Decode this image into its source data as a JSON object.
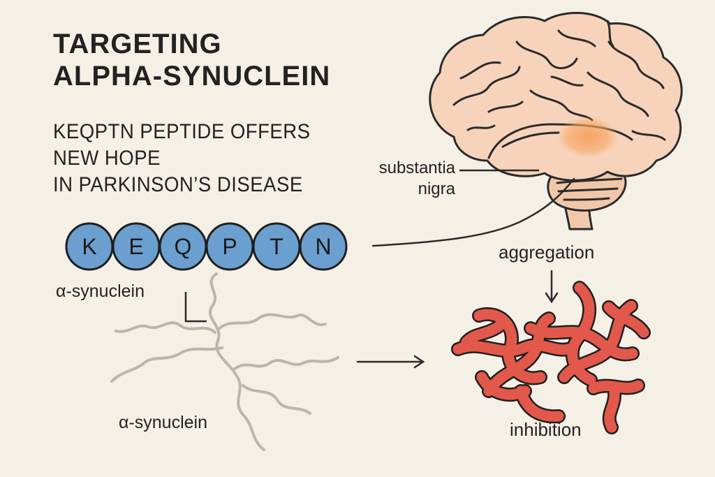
{
  "title": {
    "line1": "TARGETING",
    "line2": "ALPHA-SYNUCLEIN"
  },
  "subtitle": {
    "line1": "KEQPTN PEPTIDE OFFERS",
    "line2": "NEW HOPE",
    "line3": "IN PARKINSON’S DISEASE"
  },
  "peptide": {
    "residues": [
      "K",
      "E",
      "Q",
      "P",
      "T",
      "N"
    ],
    "bead_color": "#6a9fcf"
  },
  "labels": {
    "substantia_line1": "substantia",
    "substantia_line2": "nigra",
    "aggregation": "aggregation",
    "inhibition": "inhibition",
    "synuclein_top": "α-synuclein",
    "synuclein_bottom": "α-synuclein"
  },
  "colors": {
    "background": "#f5f0e6",
    "brain": "#f6cfb5",
    "substantia_highlight": "#f5a66a",
    "fibril": "#e2584b",
    "synuclein_strand": "#b9b6ae",
    "ink": "#222222"
  },
  "icons": {
    "brain": "brain-illustration",
    "arrow": "right-arrow-icon",
    "down_arrow": "down-arrow-icon"
  }
}
